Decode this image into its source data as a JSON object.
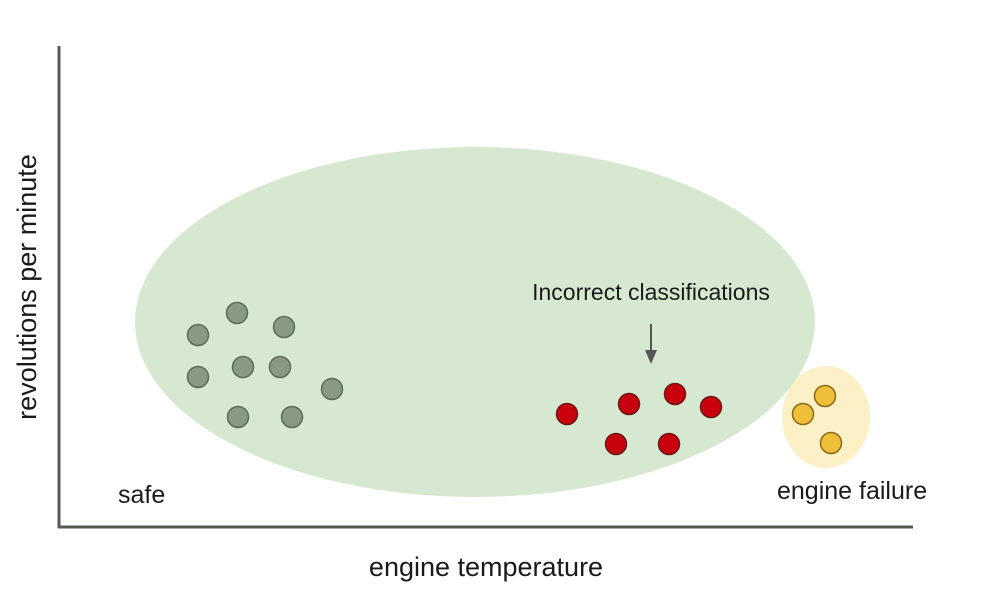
{
  "xlabel": "engine temperature",
  "ylabel": "revolutions per minute",
  "regions": {
    "safe_label": "safe",
    "failure_label": "engine failure"
  },
  "annotation": {
    "text": "Incorrect classifications"
  },
  "colors": {
    "axis": "#555b50",
    "safe_region": "#d6e8d0",
    "failure_region": "#fbf0c6",
    "safe_point": "#8a9a82",
    "safe_point_stroke": "#5c6b56",
    "misclassified_point": "#c8000e",
    "misclassified_point_stroke": "#6b1a1a",
    "failure_point": "#f0bf3a",
    "failure_point_stroke": "#8a6a1a",
    "arrow": "#555555"
  },
  "groups": [
    {
      "name": "safe",
      "count": 9
    },
    {
      "name": "misclassified",
      "count": 6
    },
    {
      "name": "failure",
      "count": 3
    }
  ]
}
